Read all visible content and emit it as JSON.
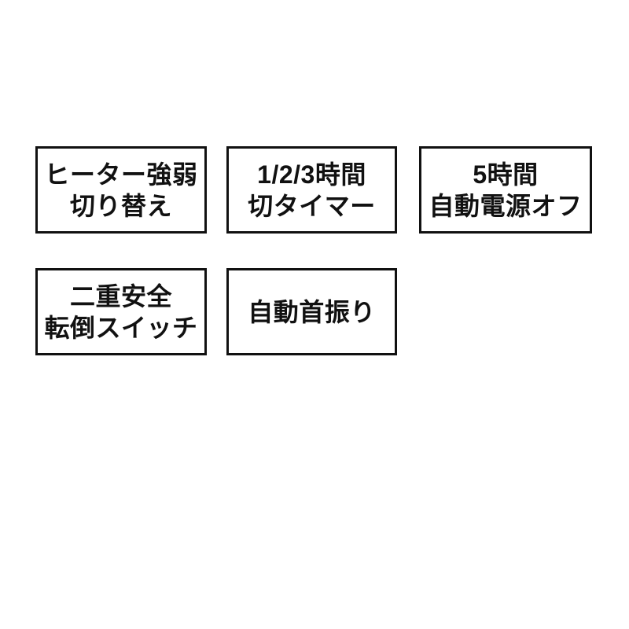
{
  "graphic": {
    "background_color": "#ffffff",
    "border_color": "#111111",
    "text_color": "#111111"
  },
  "badges": [
    {
      "line1": "ヒーター強弱",
      "line2": "切り替え"
    },
    {
      "line1": "1/2/3時間",
      "line2": "切タイマー"
    },
    {
      "line1": "5時間",
      "line2": "自動電源オフ"
    },
    {
      "line1": "二重安全",
      "line2": "転倒スイッチ"
    },
    {
      "line1": "自動首振り"
    }
  ]
}
